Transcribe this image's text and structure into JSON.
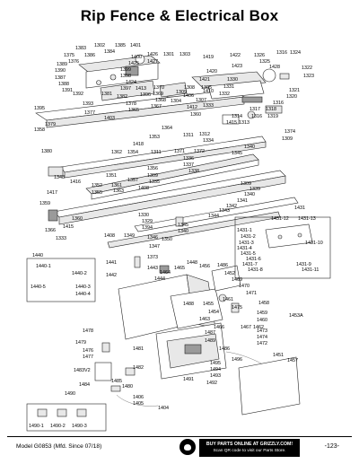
{
  "page": {
    "title": "Rip Fence & Electrical Box"
  },
  "callouts": {
    "c1302": "1302",
    "c1385": "1385",
    "c1401": "1401",
    "c1383": "1383",
    "c1384": "1384",
    "c1375": "1375",
    "c1386": "1386",
    "c1376": "1376",
    "c1389": "1389",
    "c1390": "1390",
    "c1387": "1387",
    "c1388": "1388",
    "c1391": "1391",
    "c1392": "1392",
    "c1399": "1399",
    "c1398": "1398",
    "c1424": "1424",
    "c1425": "1425",
    "c1400": "1400",
    "c1426": "1426",
    "c1427": "1427",
    "c1397": "1397",
    "c1381": "1381",
    "c1382": "1382",
    "c1393": "1393",
    "c1378": "1378",
    "c1377": "1377",
    "c1403": "1403",
    "c1395": "1395",
    "c1365": "1365",
    "c1367": "1367",
    "c1368": "1368",
    "c1369": "1369",
    "c1370": "1370",
    "c1301": "1301",
    "c1303": "1303",
    "c1413": "1413",
    "c1396": "1396",
    "c1419": "1419",
    "c1422": "1422",
    "c1423": "1423",
    "c1420": "1420",
    "c1421": "1421",
    "c1326": "1326",
    "c1325": "1325",
    "c1316a": "1316",
    "c1324": "1324",
    "c1428": "1428",
    "c1322": "1322",
    "c1323": "1323",
    "c1321": "1321",
    "c1320": "1320",
    "c1305": "1305",
    "c1331": "1331",
    "c1330": "1330",
    "c1406": "1406",
    "c1307": "1307",
    "c1308": "1308",
    "c1309": "1309",
    "c1410": "1410",
    "c1332": "1332",
    "c1304": "1304",
    "c1333": "1333",
    "c1412": "1412",
    "c1360a": "1360",
    "c1314": "1314",
    "c1316b": "1316",
    "c1318": "1318",
    "c1319": "1319",
    "c1317": "1317",
    "c1316c": "1316",
    "c1415": "1415",
    "c1313": "1313",
    "c1311": "1311",
    "c1312": "1312",
    "c1334": "1334",
    "c1374": "1374",
    "c1309b": "1309",
    "c1379": "1379",
    "c1358": "1358",
    "c1380": "1380",
    "c1364": "1364",
    "c1353": "1353",
    "c1418": "1418",
    "c1362": "1362",
    "c1354": "1354",
    "c1311b": "1311",
    "c1371": "1371",
    "c1372": "1372",
    "c1336": "1336",
    "c1337": "1337",
    "c1338": "1338",
    "c1345a": "1345",
    "c1340a": "1340",
    "c1356": "1356",
    "c1309c": "1309",
    "c1335": "1335",
    "c1351": "1351",
    "c1357": "1357",
    "c1361": "1361",
    "c1348": "1348",
    "c1416": "1416",
    "c1352": "1352",
    "c1355": "1355",
    "c1363": "1363",
    "c1417": "1417",
    "c1359": "1359",
    "c1408a": "1408",
    "c1339": "1339",
    "c1309d": "1309",
    "c1340b": "1340",
    "c1341": "1341",
    "c1342": "1342",
    "c1343": "1343",
    "c1344": "1344",
    "c1330b": "1330",
    "c1329": "1329",
    "c1394": "1394",
    "c1345b": "1345",
    "c1340c": "1340",
    "c1350": "1350",
    "c1408b": "1408",
    "c1349": "1349",
    "c1360b": "1360",
    "c1366": "1366",
    "c1415b": "1415",
    "c1333b": "1333",
    "c1346": "1346",
    "c1347": "1347",
    "c1373": "1373",
    "c1431": "1431",
    "c1431_12": "1431-12",
    "c1431_13": "1431-13",
    "c1431_1": "1431-1",
    "c1431_2": "1431-2",
    "c1431_3": "1431-3",
    "c1431_4": "1431-4",
    "c1431_5": "1431-5",
    "c1431_6": "1431-6",
    "c1431_7": "1431-7",
    "c1431_8": "1431-8",
    "c1431_9": "1431-9",
    "c1431_10": "1431-10",
    "c1431_11": "1431-11",
    "c1440": "1440",
    "c1440_1": "1440-1",
    "c1440_2": "1440-2",
    "c1440_3": "1440-3",
    "c1440_4": "1440-4",
    "c1440_5": "1440-5",
    "c1441": "1441",
    "c1442": "1442",
    "c1443": "1443",
    "c1444": "1444",
    "c1464": "1464",
    "c1465": "1465",
    "c1448": "1448",
    "c1456": "1456",
    "c1486a": "1486",
    "c1452": "1452",
    "c1469": "1469",
    "c1470": "1470",
    "c1471": "1471",
    "c1461": "1461",
    "c1458": "1458",
    "c1488": "1488",
    "c1455": "1455",
    "c1454": "1454",
    "c1475": "1475",
    "c1463": "1463",
    "c1459": "1459",
    "c1460": "1460",
    "c1453A": "1453A",
    "c1466": "1466",
    "c1467": "1467",
    "c1462": "1462",
    "c1487": "1487",
    "c1489": "1489",
    "c1473": "1473",
    "c1474": "1474",
    "c1472": "1472",
    "c1486b": "1486",
    "c1478": "1478",
    "c1479": "1479",
    "c1476": "1476",
    "c1477": "1477",
    "c1481": "1481",
    "c1483V2": "1483V2",
    "c1482": "1482",
    "c1484": "1484",
    "c1485": "1485",
    "c1480": "1480",
    "c1451": "1451",
    "c1457": "1457",
    "c1495": "1495",
    "c1494": "1494",
    "c1496": "1496",
    "c1493": "1493",
    "c1492": "1492",
    "c1491": "1491",
    "c1490": "1490",
    "c1406b": "1406",
    "c1405": "1405",
    "c1404": "1404",
    "c1490_1": "1490-1",
    "c1490_2": "1490-2",
    "c1490_3": "1490-3"
  },
  "footer": {
    "model": "Model G0853 (Mfd. Since 07/18)",
    "promo_line1": "BUY PARTS ONLINE AT GRIZZLY.COM!",
    "promo_line2": "Scan QR code to visit our Parts Store.",
    "page_number": "-123-"
  }
}
